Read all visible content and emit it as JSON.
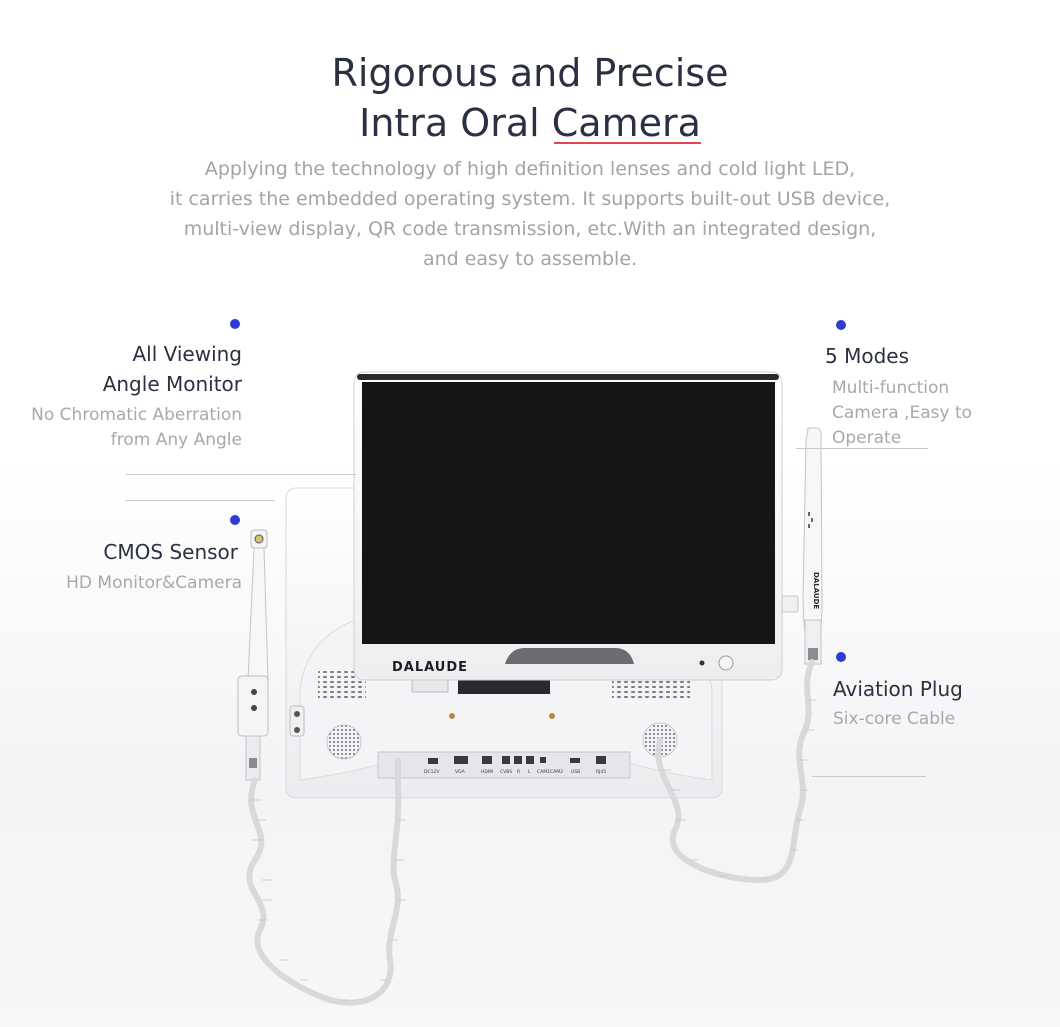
{
  "heading": {
    "line1": "Rigorous and Precise",
    "line2_prefix": "Intra Oral ",
    "line2_underlined": "Camera"
  },
  "intro": [
    "Applying the technology of high definition lenses and cold light LED,",
    "it carries the embedded operating system. It supports built-out USB device,",
    "multi-view display, QR code transmission, etc.With an integrated design,",
    "and easy to assemble."
  ],
  "features": {
    "monitor": {
      "title": [
        "All Viewing",
        "Angle Monitor"
      ],
      "desc": [
        "No Chromatic Aberration",
        "from Any Angle"
      ]
    },
    "cmos": {
      "title": "CMOS Sensor",
      "desc": "HD Monitor&Camera"
    },
    "modes": {
      "title": "5 Modes",
      "desc": [
        "Multi-function",
        "Camera ,Easy to",
        "Operate"
      ]
    },
    "plug": {
      "title": "Aviation Plug",
      "desc": "Six-core Cable"
    }
  },
  "device": {
    "brand": "DALAUDE",
    "handpiece_brand": "DALAUDE",
    "ports": [
      "DC12V",
      "VGA",
      "HDMI",
      "CVBS",
      "R",
      "L",
      "CAM1",
      "CAM2",
      "USB",
      "RJ45"
    ]
  },
  "colors": {
    "accent_dot": "#2f3bd1",
    "underline": "#e0474c",
    "title": "#2b3142",
    "muted": "#a3a3a8"
  }
}
